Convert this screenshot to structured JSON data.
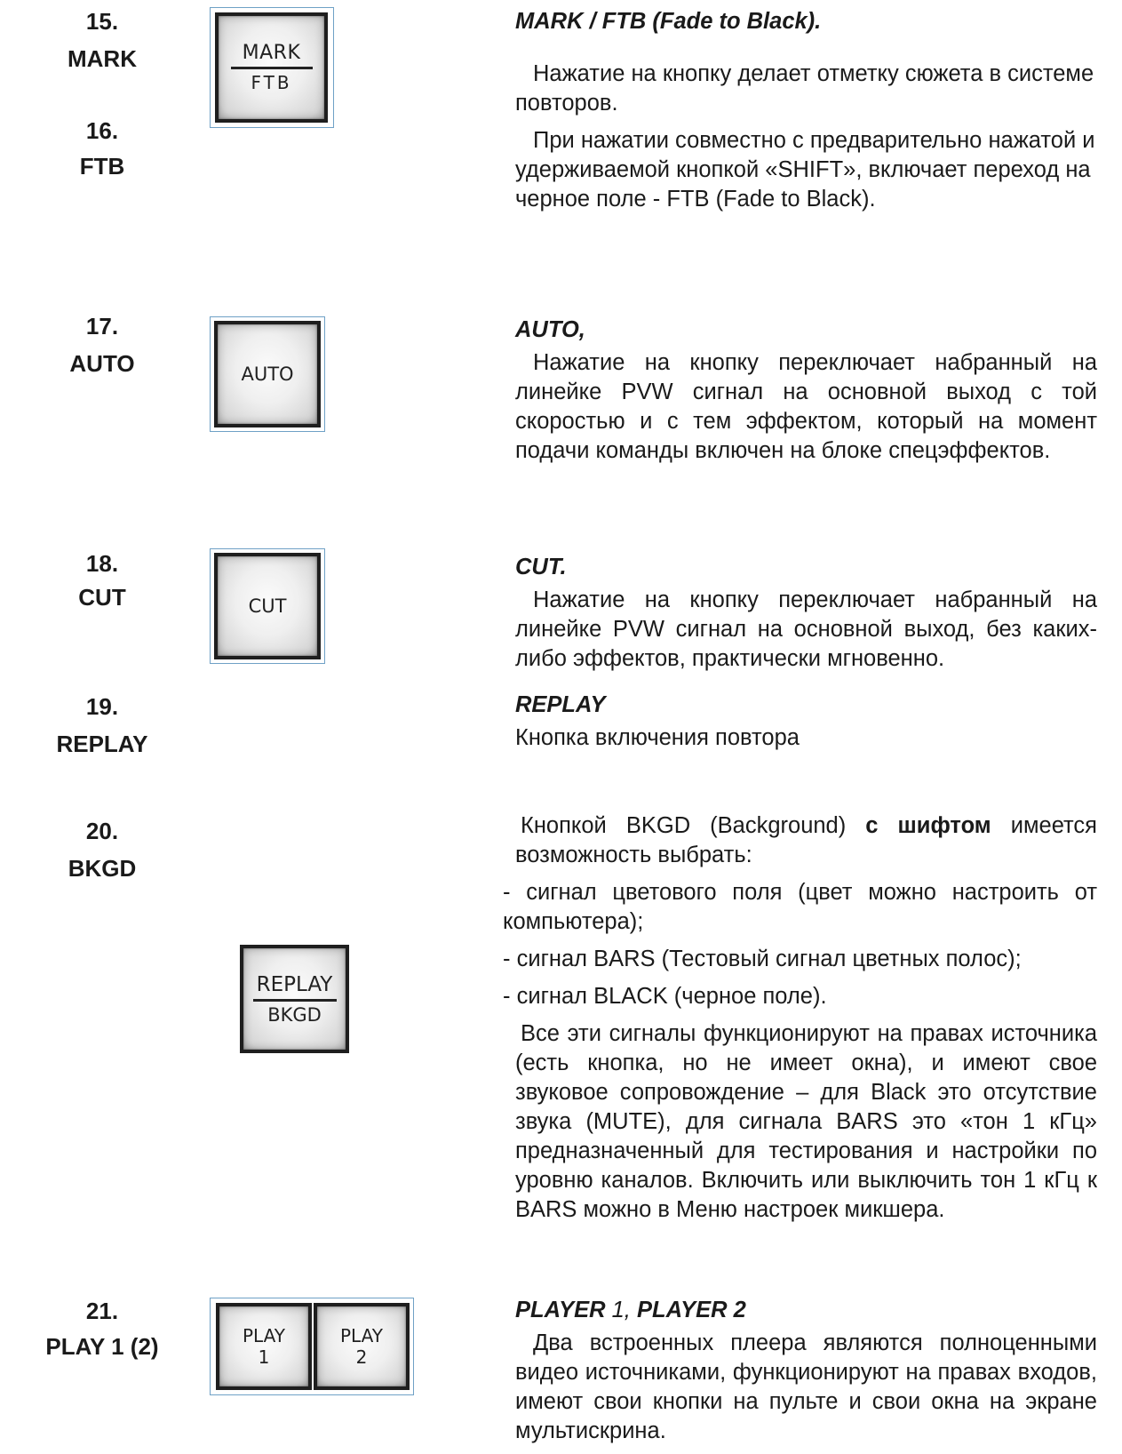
{
  "labels": {
    "l15": "15.",
    "l15n": "MARK",
    "l16": "16.",
    "l16n": "FTB",
    "l17": "17.",
    "l17n": "AUTO",
    "l18": "18.",
    "l18n": "CUT",
    "l19": "19.",
    "l19n": "REPLAY",
    "l20": "20.",
    "l20n": "BKGD",
    "l21": "21.",
    "l21n": "PLAY 1 (2)"
  },
  "keys": {
    "mark_top": "MARK",
    "mark_bottom": "FTB",
    "auto": "AUTO",
    "cut": "CUT",
    "replay_top": "REPLAY",
    "replay_bottom": "BKGD",
    "play1_line1": "PLAY",
    "play1_line2": "1",
    "play2_line1": "PLAY",
    "play2_line2": "2"
  },
  "sections": {
    "mark": {
      "title": "MARK / FTB (Fade to Black).",
      "p1": "Нажатие на кнопку делает отметку сюжета в системе повторов.",
      "p2": "При нажатии совместно с предварительно нажатой и удерживаемой кнопкой «SHIFT», включает переход на черное поле - FTB (Fade to Black)."
    },
    "auto": {
      "title": "AUTO,",
      "p1": "Нажатие на кнопку переключает набранный на линейке PVW сигнал на основной выход с той скоростью и с тем эффектом, который на момент подачи команды включен на блоке спецэффектов."
    },
    "cut": {
      "title": "CUT.",
      "p1": "Нажатие на кнопку переключает набранный на линейке PVW сигнал на основной выход, без каких-либо эффектов, практически мгновенно."
    },
    "replay": {
      "title": "REPLAY",
      "p1": "Кнопка включения повтора"
    },
    "bkgd": {
      "p1a": "Кнопкой BKGD (Background) ",
      "p1b": "с шифтом",
      "p1c": " имеется возможность выбрать:",
      "i1": "- сигнал цветового поля (цвет можно настроить от компьютера);",
      "i2": "- сигнал BARS (Тестовый сигнал цветных полос);",
      "i3": "- сигнал BLACK (черное поле).",
      "p2": "Все эти сигналы функционируют на правах источника (есть кнопка, но не имеет окна), и имеют свое звуковое сопровождение – для Black это отсутствие звука (MUTE), для сигнала BARS это «тон 1 кГц» предназначенный для тестирования и настройки по уровню каналов. Включить или выключить тон 1 кГц к BARS можно в Меню настроек микшера."
    },
    "player": {
      "title_a": "PLAYER ",
      "title_b": "1, ",
      "title_c": "PLAYER 2",
      "p1": "Два встроенных плеера являются полноценными видео источниками, функционируют на правах входов, имеют свои кнопки на пульте и свои окна на экране мультискрина."
    }
  }
}
